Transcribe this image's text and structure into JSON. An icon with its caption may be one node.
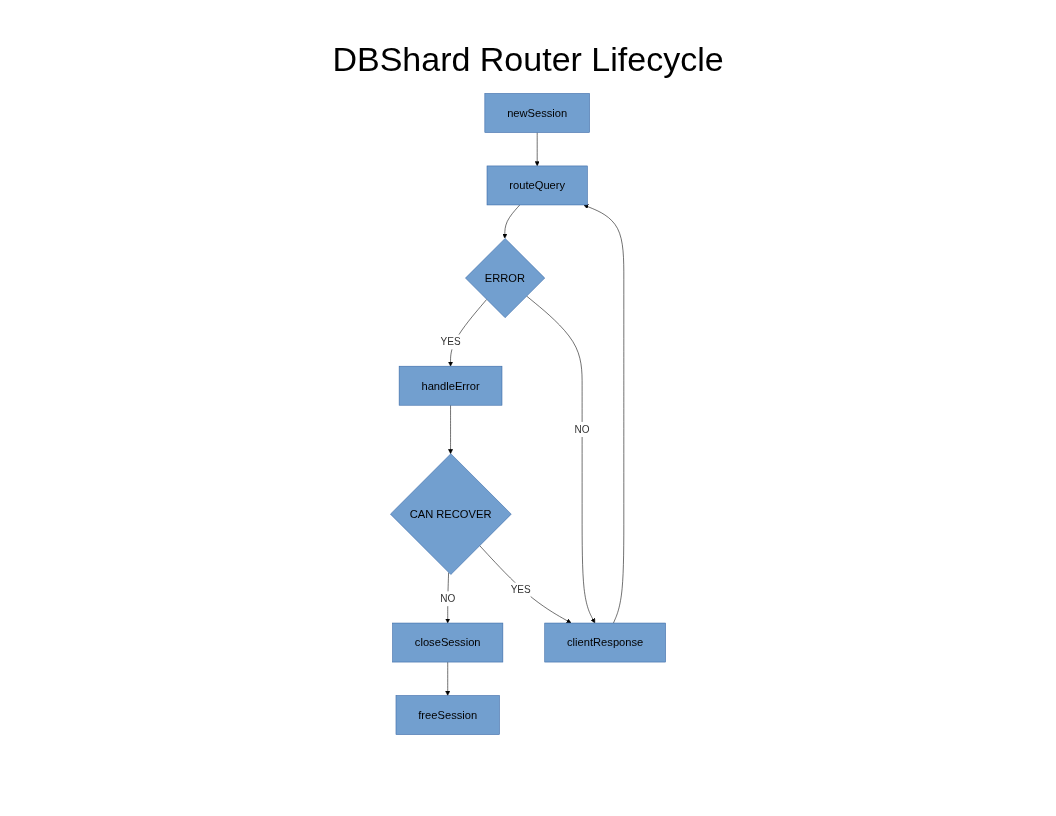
{
  "diagram": {
    "title": "DBShard Router Lifecycle",
    "nodes": [
      {
        "text": [
          "newSession"
        ]
      },
      {
        "text": [
          "routeQuery"
        ]
      },
      {
        "text": [
          "ERROR"
        ]
      },
      {
        "text": [
          "handleError"
        ]
      },
      {
        "text": [
          "CAN RECOVER"
        ]
      },
      {
        "text": [
          "clientResponse"
        ]
      },
      {
        "text": [
          "closeSession"
        ]
      },
      {
        "text": [
          "freeSession"
        ]
      }
    ],
    "edges": [
      {
        "from": 0,
        "to": 1,
        "arrow": "to"
      },
      {
        "from": 1,
        "to": 2,
        "arrow": "to"
      },
      {
        "from": 2,
        "to": 3,
        "arrow": "to",
        "label": "YES"
      },
      {
        "from": 2,
        "to": 5,
        "arrow": "to",
        "label": "NO"
      },
      {
        "from": 3,
        "to": 4,
        "arrow": "to"
      },
      {
        "from": 4,
        "to": 6,
        "arrow": "to",
        "label": "NO"
      },
      {
        "from": 4,
        "to": 5,
        "arrow": "to",
        "label": "YES"
      },
      {
        "from": 5,
        "to": 1,
        "arrow": "to"
      },
      {
        "from": 6,
        "to": 7,
        "arrow": "to"
      }
    ]
  }
}
